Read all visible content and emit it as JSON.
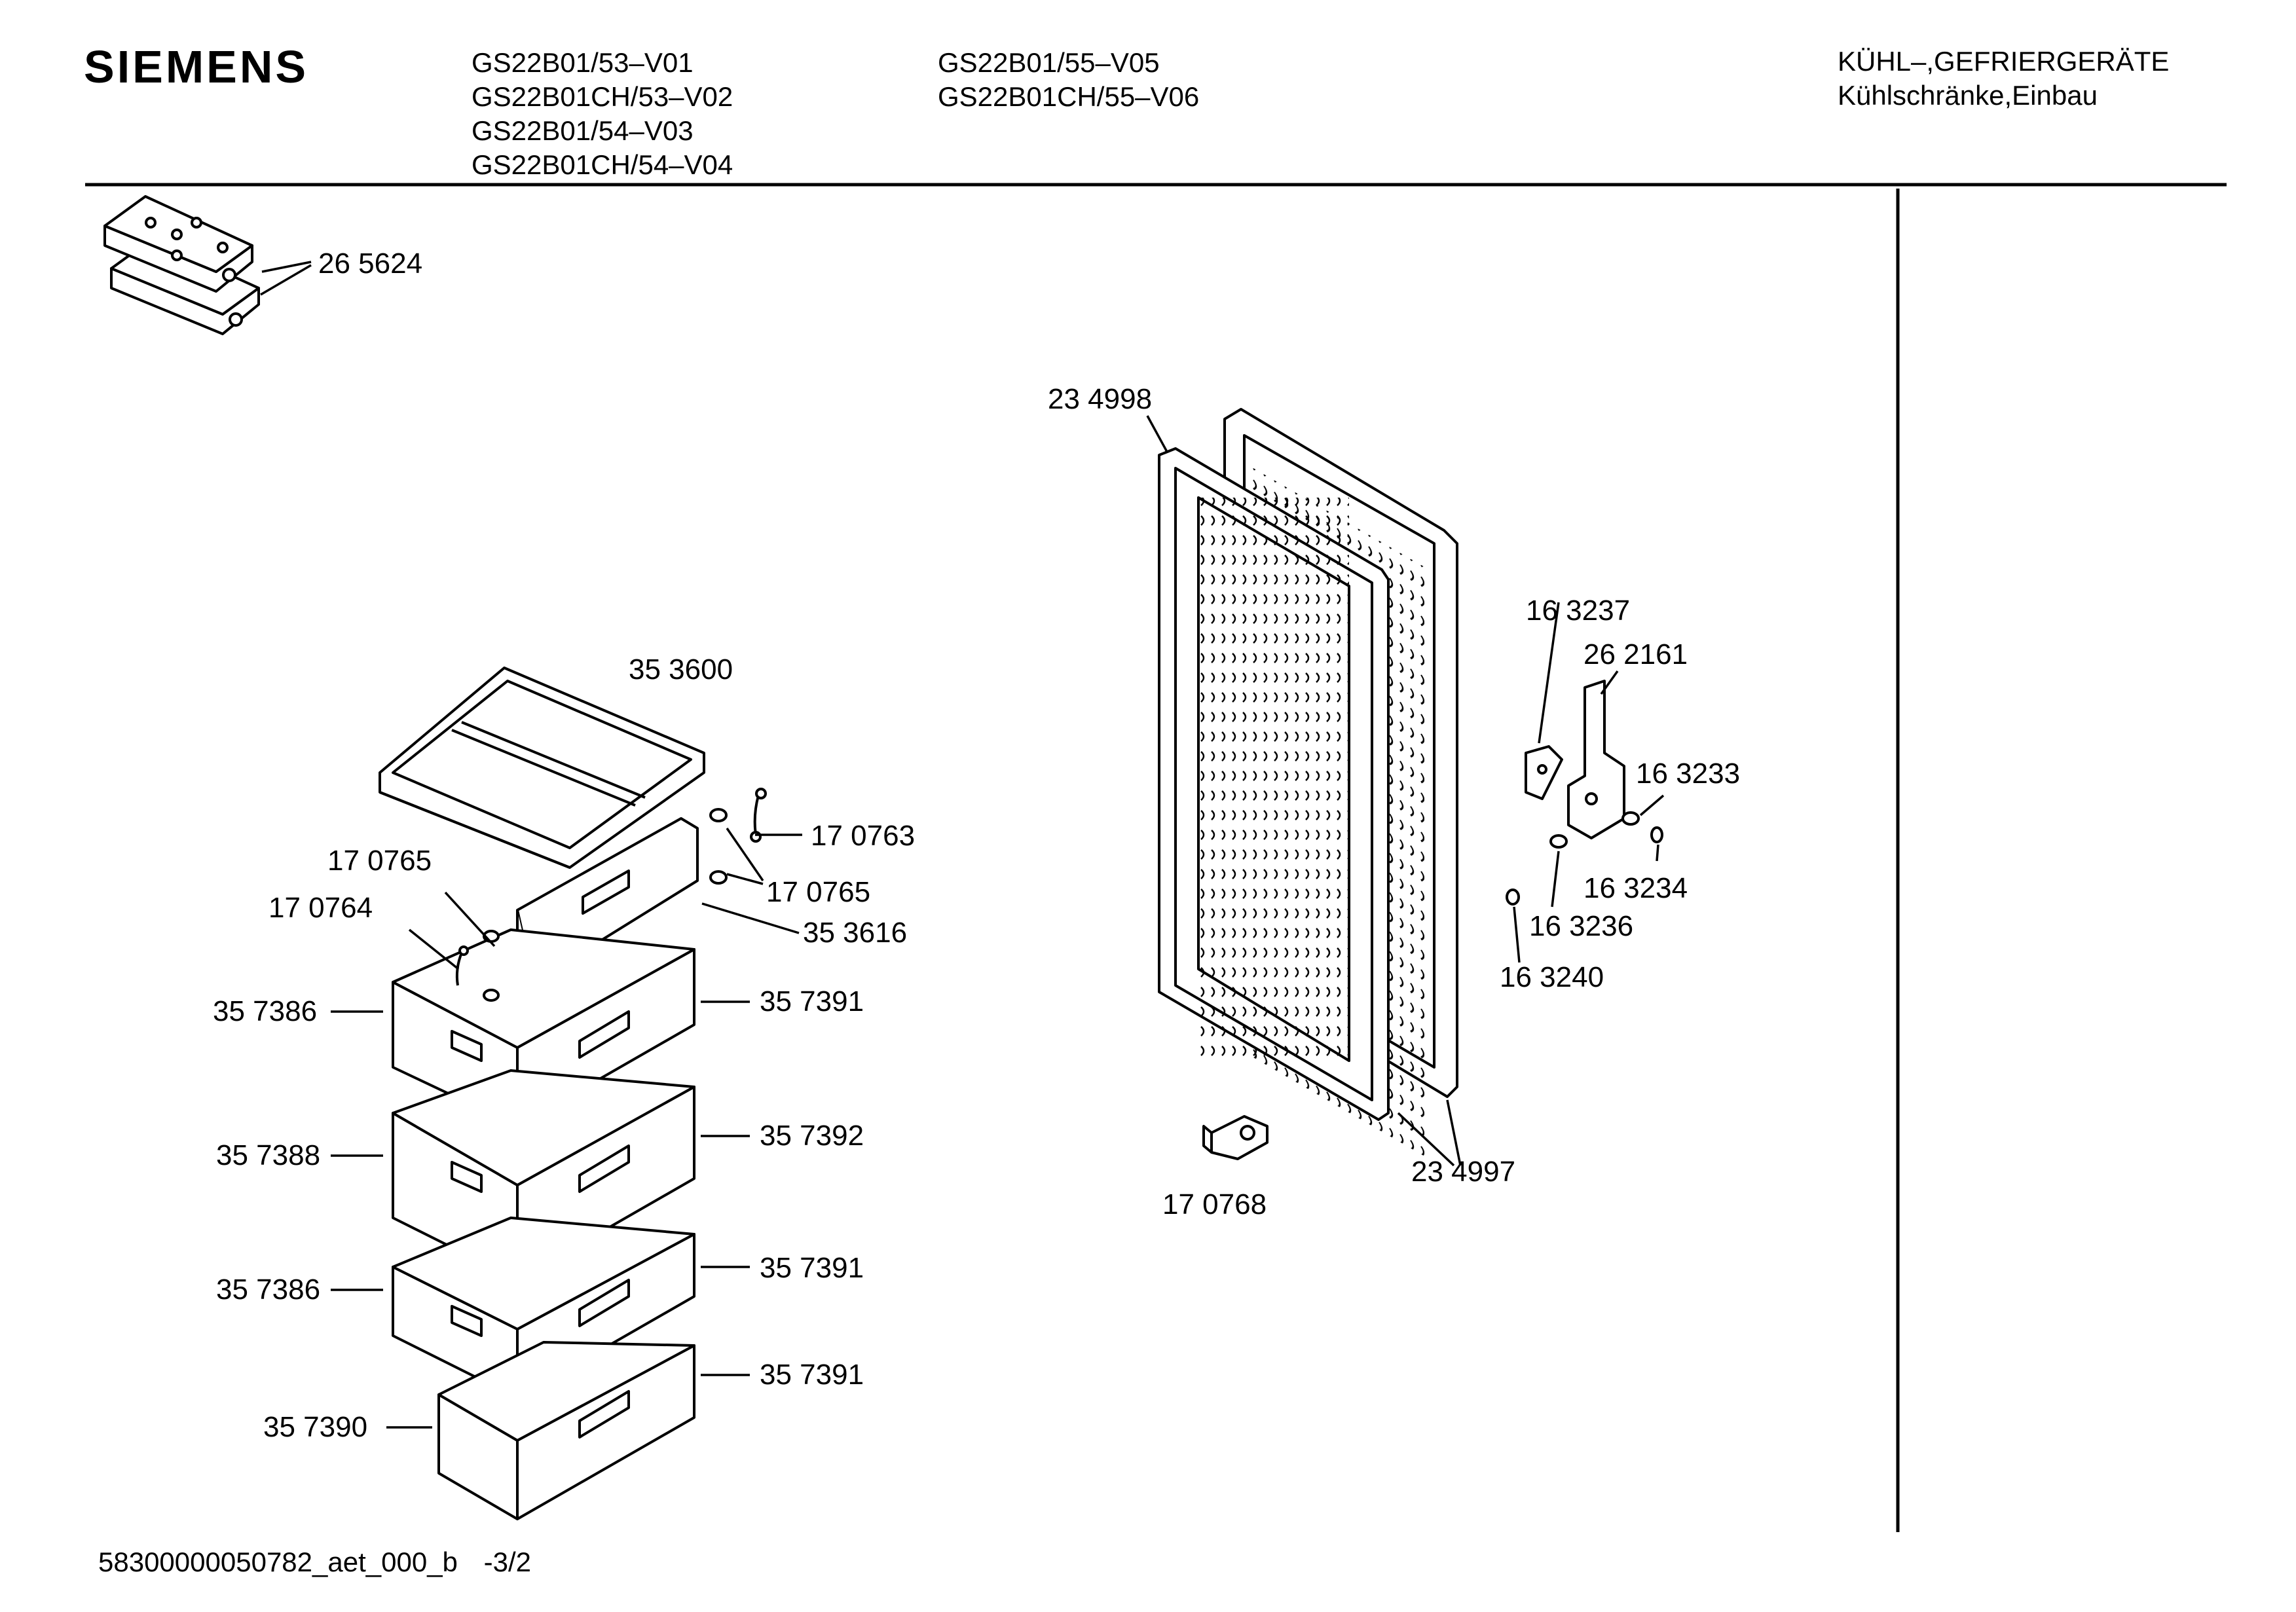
{
  "header": {
    "brand": "SIEMENS",
    "models_col1": [
      "GS22B01/53–V01",
      "GS22B01CH/53–V02",
      "GS22B01/54–V03",
      "GS22B01CH/54–V04"
    ],
    "models_col2": [
      "GS22B01/55–V05",
      "GS22B01CH/55–V06"
    ],
    "category_line1": "KÜHL–,GEFRIERGERÄTE",
    "category_line2": "Kühlschränke,Einbau"
  },
  "parts": {
    "p265624": "26 5624",
    "p234998": "23 4998",
    "p353600": "35 3600",
    "p163237": "16 3237",
    "p262161": "26 2161",
    "p163233": "16 3233",
    "p170763": "17 0763",
    "p170765a": "17 0765",
    "p170765b": "17 0765",
    "p170764": "17 0764",
    "p163234": "16 3234",
    "p353616": "35 3616",
    "p163236": "16 3236",
    "p163240": "16 3240",
    "p357386a": "35 7386",
    "p357391a": "35 7391",
    "p357388": "35 7388",
    "p357392": "35 7392",
    "p234997": "23 4997",
    "p170768": "17 0768",
    "p357386b": "35 7386",
    "p357391b": "35 7391",
    "p357391c": "35 7391",
    "p357390": "35 7390"
  },
  "footer": {
    "doc_id": "58300000050782_aet_000_b",
    "page": "-3/2"
  }
}
